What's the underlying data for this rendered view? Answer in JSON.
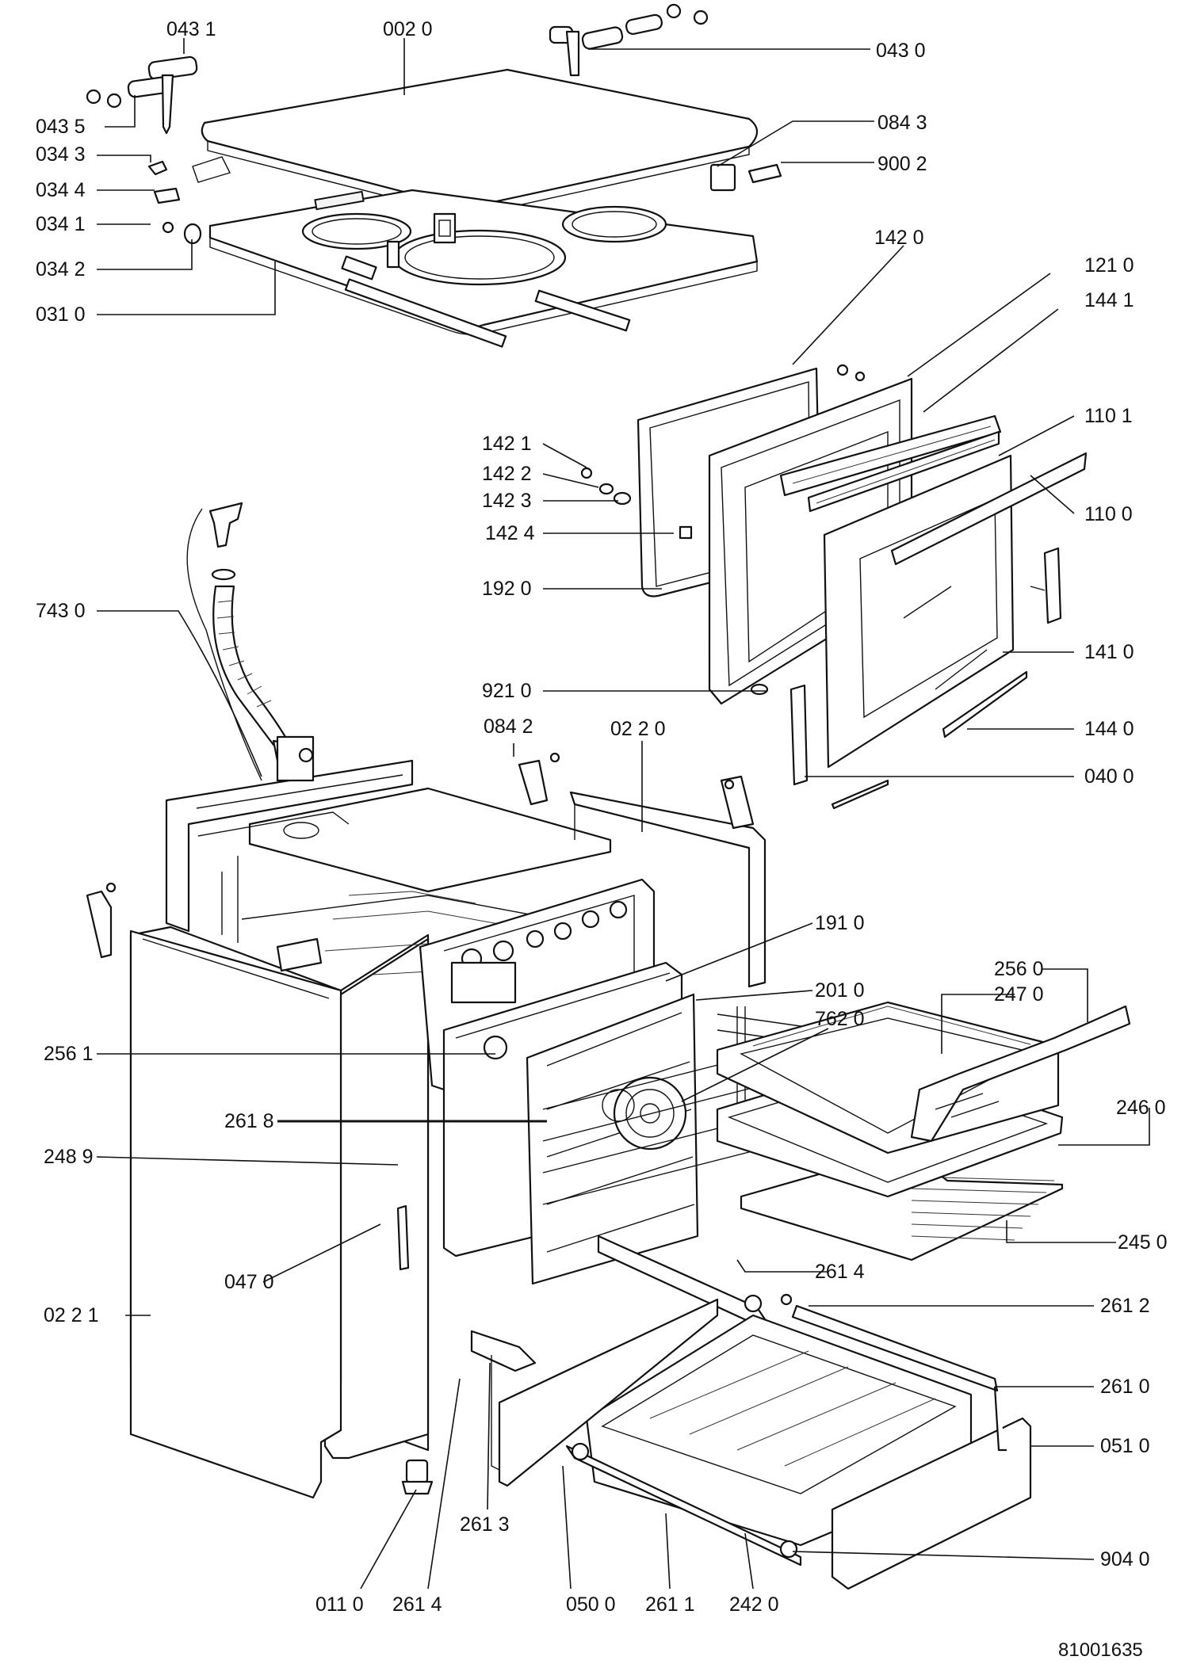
{
  "labels": {
    "p0431": "043 1",
    "p0020": "002 0",
    "p0430": "043 0",
    "p0435": "043 5",
    "p0343": "034 3",
    "p0344": "034 4",
    "p0341": "034 1",
    "p0342": "034 2",
    "p0310": "031 0",
    "p0843": "084 3",
    "p9002": "900 2",
    "p1420": "142 0",
    "p1210": "121 0",
    "p1441": "144 1",
    "p1101": "110 1",
    "p1100": "110 0",
    "p1421": "142 1",
    "p1422": "142 2",
    "p1423": "142 3",
    "p1424": "142 4",
    "p1920": "192 0",
    "p7430": "743 0",
    "p1410": "141 0",
    "p9210": "921 0",
    "p0842": "084 2",
    "p0220": "02 2  0",
    "p1440": "144 0",
    "p0400": "040 0",
    "p1910": "191 0",
    "p2010": "201 0",
    "p2560": "256 0",
    "p2470": "247 0",
    "p7620": "762 0",
    "p2561": "256 1",
    "p2618": "261 8",
    "p2460": "246 0",
    "p2489": "248  9",
    "p2450": "245 0",
    "p0470": "047 0",
    "p2614a": "261 4",
    "p2612": "261 2",
    "p0221": "02 2  1",
    "p2610": "261 0",
    "p0510": "051 0",
    "p2613": "261 3",
    "p9040": "904 0",
    "p0110": "011  0",
    "p2614b": "261 4",
    "p0500": "050 0",
    "p2611": "261 1",
    "p2420": "242 0"
  },
  "doc_number": "81001635"
}
